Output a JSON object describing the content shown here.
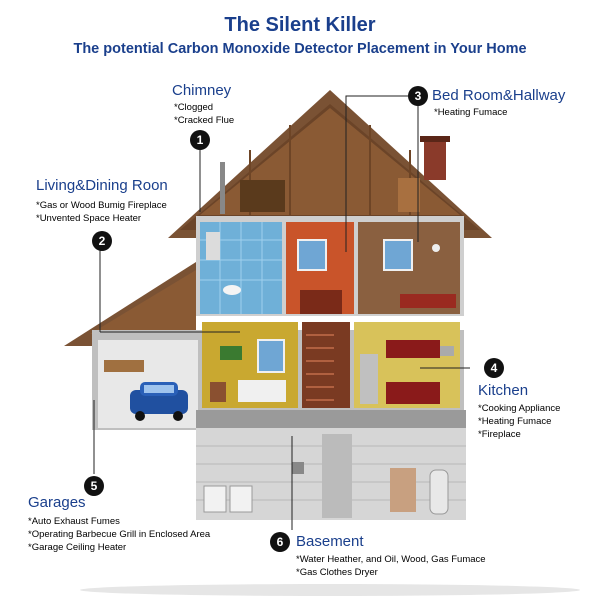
{
  "title": "The Silent Killer",
  "subtitle": "The potential Carbon Monoxide Detector Placement in Your Home",
  "locations": [
    {
      "number": "1",
      "name": "Chimney",
      "items": [
        "*Clogged",
        "*Cracked Flue"
      ]
    },
    {
      "number": "2",
      "name": "Living&Dining Roon",
      "items": [
        "*Gas or Wood Bumig Fireplace",
        "*Unvented Space Heater"
      ]
    },
    {
      "number": "3",
      "name": "Bed Room&Hallway",
      "items": [
        "*Heating Fumace"
      ]
    },
    {
      "number": "4",
      "name": "Kitchen",
      "items": [
        "*Cooking Appliance",
        "*Heating Fumace",
        "*Fireplace"
      ]
    },
    {
      "number": "5",
      "name": "Garages",
      "items": [
        "*Auto Exhaust Fumes",
        "*Operating Barbecue Grill in Enclosed Area",
        "*Garage Ceiling Heater"
      ]
    },
    {
      "number": "6",
      "name": "Basement",
      "items": [
        "*Water Heather, and Oil, Wood, Gas Fumace",
        "*Gas Clothes Dryer"
      ]
    }
  ],
  "colors": {
    "title": "#1a3f8c",
    "roof": "#7a5234",
    "attic": "#8a5a34",
    "bathroom": "#6fb0d8",
    "bedroom_orange": "#c9542a",
    "bedroom_brown": "#8a6040",
    "living_room": "#c9a830",
    "kitchen": "#d8c25a",
    "garage": "#e8e8e8",
    "basement": "#d6d6d6",
    "car": "#2050a0"
  }
}
